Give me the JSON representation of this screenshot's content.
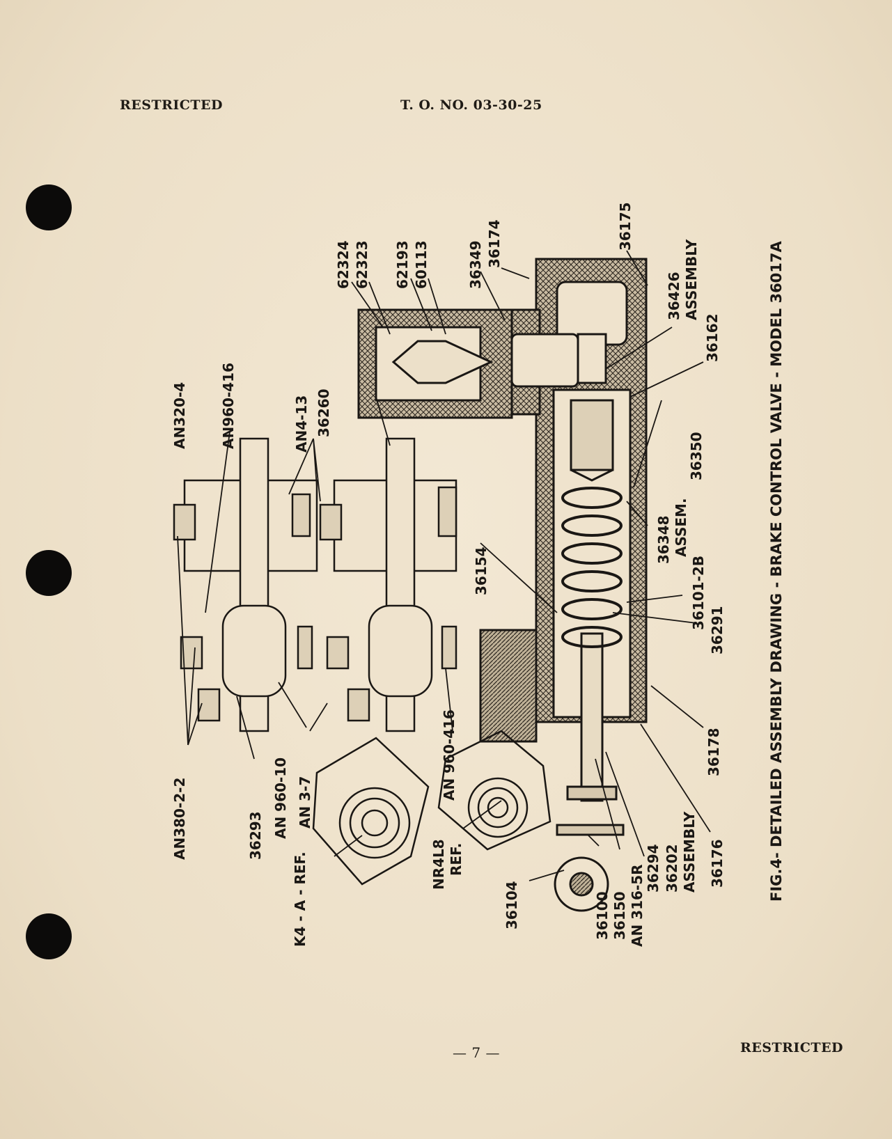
{
  "header": {
    "left": "RESTRICTED",
    "center": "T. O. NO. 03-30-25"
  },
  "footer": {
    "page_number": "— 7 —",
    "right": "RESTRICTED"
  },
  "figure": {
    "caption": "FIG.4- DETAILED ASSEMBLY DRAWING - BRAKE CONTROL VALVE - MODEL 36017A",
    "labels": {
      "l62324": "62324",
      "l62323": "62323",
      "l62193": "62193",
      "l60113": "60113",
      "l36349": "36349",
      "l36174": "36174",
      "l36175": "36175",
      "l36426": "36426",
      "l36426b": "ASSEMBLY",
      "l36162": "36162",
      "l36350": "36350",
      "l36348": "36348",
      "l36348b": "ASSEM.",
      "l36101": "36101-2B",
      "l36291": "36291",
      "l36178": "36178",
      "l36176": "36176",
      "l36202": "36202",
      "l36202b": "ASSEMBLY",
      "l36294": "36294",
      "lan316": "AN 316-5R",
      "l36150": "36150",
      "l36100": "36100",
      "l36104": "36104",
      "lnr4l8": "NR4L8",
      "lnr4l8b": "REF.",
      "lk4a": "K4 - A - REF.",
      "lan960_416b": "AN 960-416",
      "l36154": "36154",
      "l36260": "36260",
      "lan4_13": "AN4-13",
      "lan960_416a": "AN960-416",
      "lan320": "AN320-4",
      "lan380": "AN380-2-2",
      "l36293": "36293",
      "lan960_10": "AN 960-10",
      "lan3_7": "AN 3-7"
    }
  }
}
